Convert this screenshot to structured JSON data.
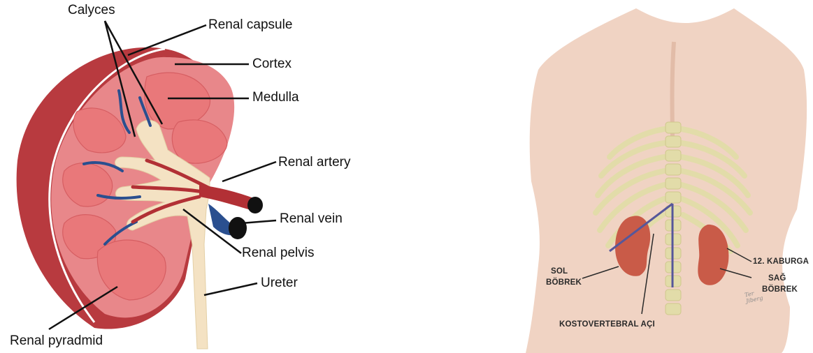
{
  "kidney_diagram": {
    "labels": {
      "calyces": "Calyces",
      "renal_capsule": "Renal capsule",
      "cortex": "Cortex",
      "medulla": "Medulla",
      "renal_artery": "Renal artery",
      "renal_vein": "Renal vein",
      "renal_pelvis": "Renal pelvis",
      "ureter": "Ureter",
      "renal_pyramid": "Renal pyradmid"
    },
    "colors": {
      "capsule": "#b83a3f",
      "cortex": "#e8878a",
      "pyramid": "#e9787a",
      "pelvis": "#f4e2c3",
      "artery": "#b23035",
      "vein": "#2a4f8f"
    }
  },
  "back_diagram": {
    "labels": {
      "sol_bobrek_line1": "SOL",
      "sol_bobrek_line2": "BÖBREK",
      "sag_bobrek_line1": "SAĞ",
      "sag_bobrek_line2": "BÖBREK",
      "kaburga": "12. KABURGA",
      "angle": "KOSTOVERTEBRAL AÇI"
    },
    "colors": {
      "skin": "#f0d3c3",
      "ribs": "#e2dca9",
      "kidney": "#c95b48",
      "guide_lines": "#56579a"
    }
  }
}
